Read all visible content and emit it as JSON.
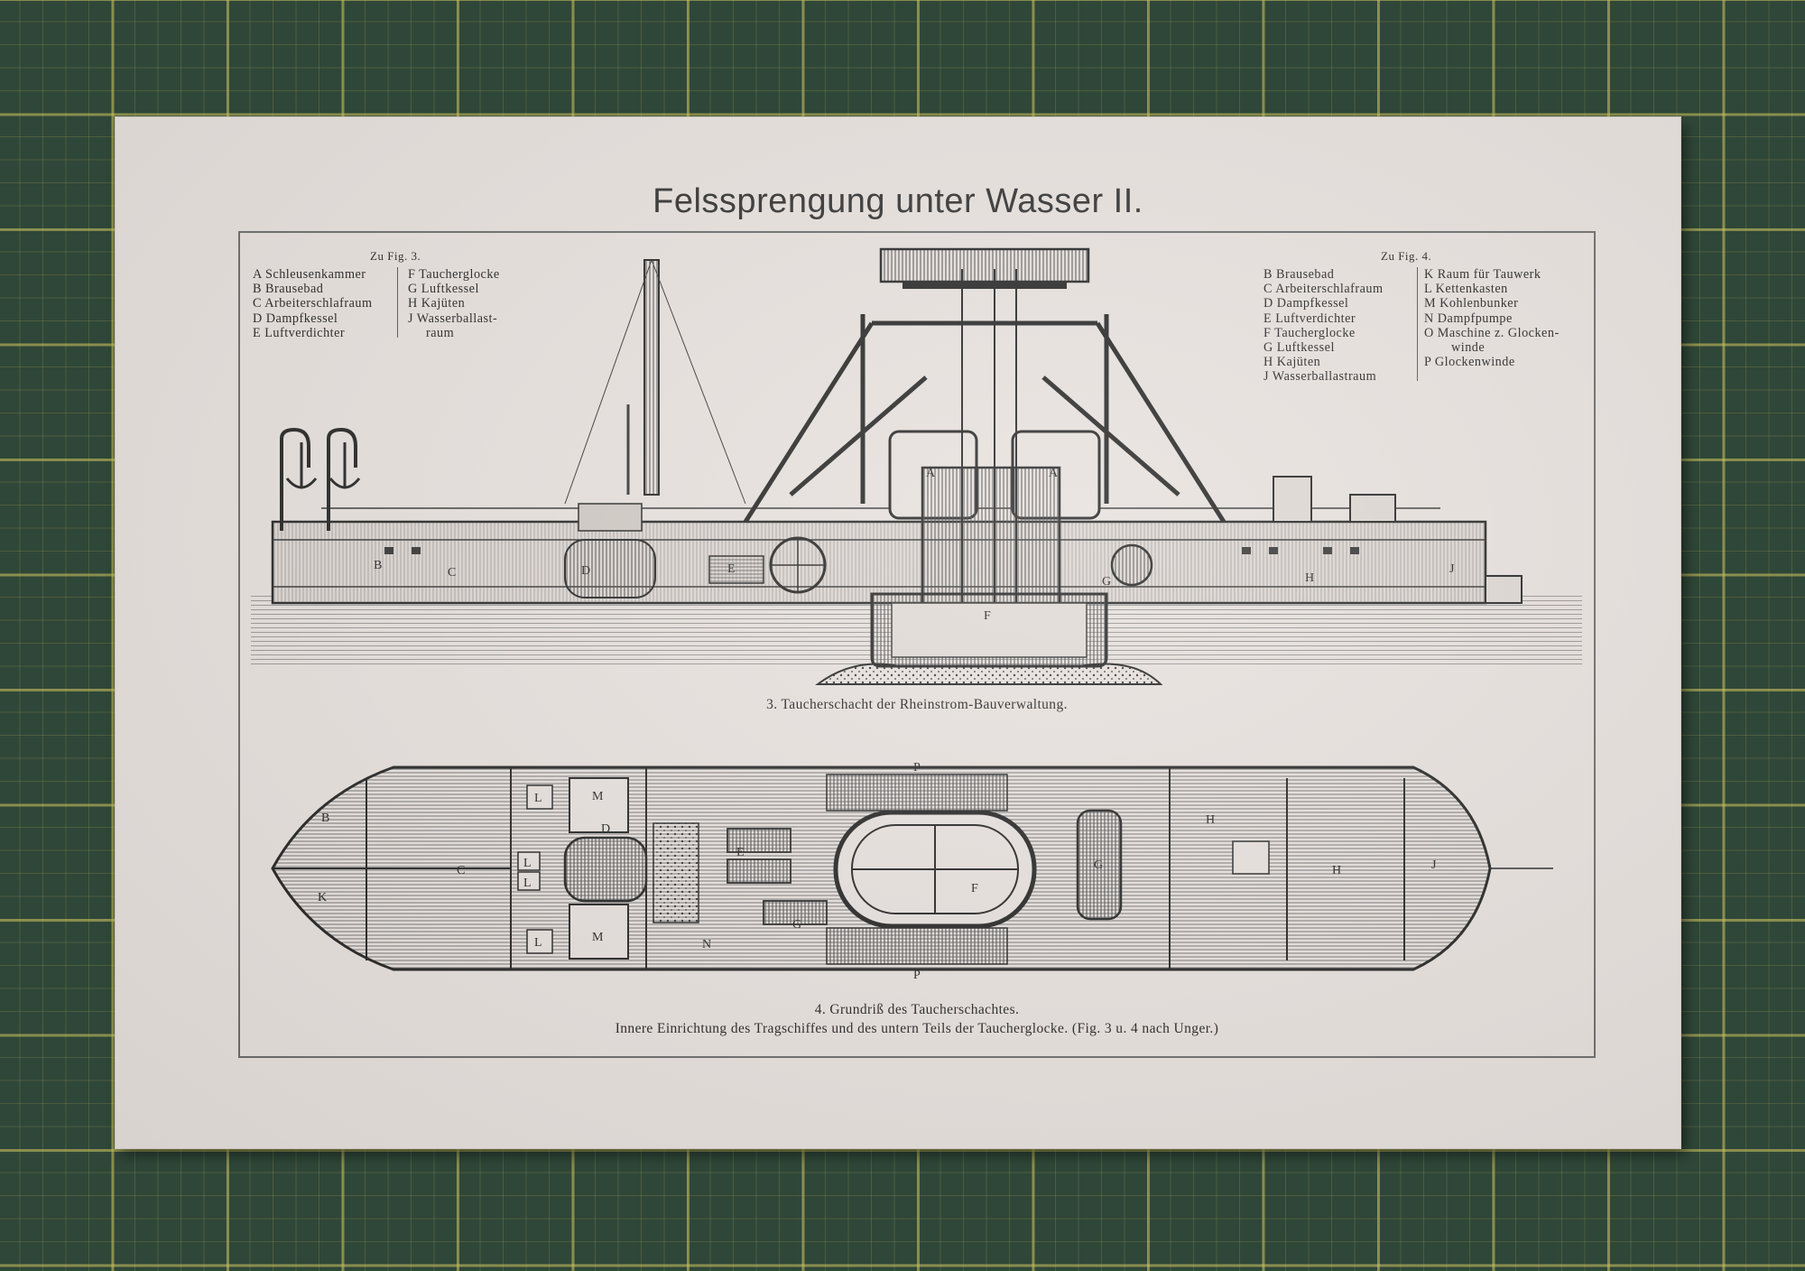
{
  "title": "Felssprengung unter Wasser II.",
  "legend_fig3": {
    "heading": "Zu Fig. 3.",
    "left": [
      "A Schleusenkammer",
      "B Brausebad",
      "C Arbeiterschlafraum",
      "D Dampfkessel",
      "E Luftverdichter"
    ],
    "right": [
      "F Taucherglocke",
      "G Luftkessel",
      "H Kajüten",
      "J Wasserballast-",
      "raum"
    ]
  },
  "legend_fig4": {
    "heading": "Zu Fig. 4.",
    "left": [
      "B Brausebad",
      "C Arbeiterschlafraum",
      "D Dampfkessel",
      "E Luftverdichter",
      "F Taucherglocke",
      "G Luftkessel",
      "H Kajüten",
      "J Wasserballastraum"
    ],
    "right": [
      "K Raum für Tauwerk",
      "L Kettenkasten",
      "M Kohlenbunker",
      "N Dampfpumpe",
      "O Maschine z. Glocken-",
      "winde",
      "P Glockenwinde"
    ]
  },
  "fig3": {
    "caption": "3. Taucherschacht der Rheinstrom-Bauverwaltung.",
    "labels": [
      "A",
      "A",
      "B",
      "C",
      "D",
      "E",
      "F",
      "G",
      "H",
      "J"
    ]
  },
  "fig4": {
    "caption_line1": "4. Grundriß des Taucherschachtes.",
    "caption_line2": "Innere Einrichtung des Tragschiffes und des untern Teils der Taucherglocke. (Fig. 3 u. 4 nach Unger.)",
    "labels": [
      "B",
      "K",
      "C",
      "L",
      "L",
      "L",
      "L",
      "M",
      "M",
      "D",
      "E",
      "G",
      "N",
      "F",
      "G",
      "H",
      "H",
      "J",
      "P",
      "P"
    ]
  },
  "colors": {
    "paper": "#e6e0dc",
    "ink": "#222222",
    "mat": "#2f4738",
    "grid": "#cdc35f"
  }
}
